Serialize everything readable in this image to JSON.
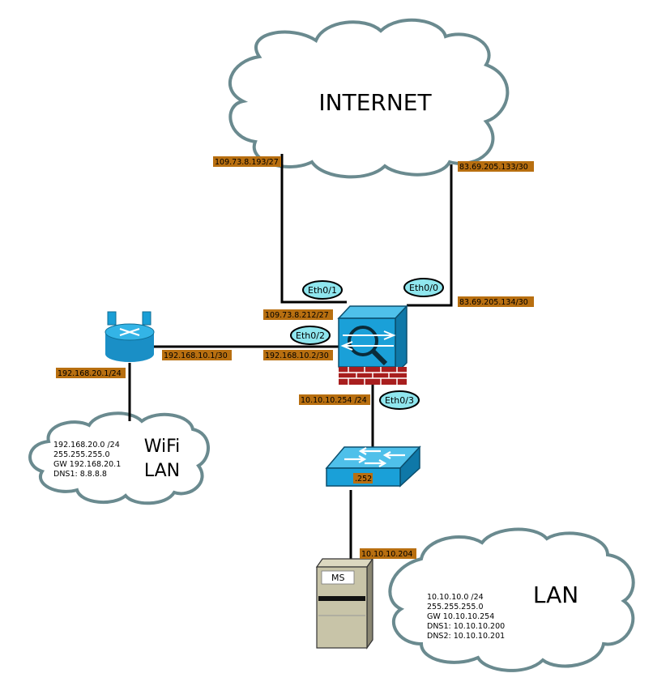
{
  "internet": {
    "title": "INTERNET"
  },
  "wifi": {
    "title_line1": "WiFi",
    "title_line2": "LAN",
    "info": [
      "192.168.20.0 /24",
      "255.255.255.0",
      "GW 192.168.20.1",
      "DNS1: 8.8.8.8"
    ]
  },
  "lan": {
    "title": "LAN",
    "info": [
      "10.10.10.0 /24",
      "255.255.255.0",
      "GW 10.10.10.254",
      "DNS1: 10.10.10.200",
      "DNS2: 10.10.10.201"
    ]
  },
  "interfaces": {
    "eth01": "Eth0/1",
    "eth00": "Eth0/0",
    "eth02": "Eth0/2",
    "eth03": "Eth0/3"
  },
  "ips": {
    "isp1_gw": "109.73.8.193/27",
    "isp2_gw": "83.69.205.133/30",
    "fw_eth01": "109.73.8.212/27",
    "fw_eth00": "83.69.205.134/30",
    "router_wan": "192.168.10.1/30",
    "fw_eth02": "192.168.10.2/30",
    "router_lan": "192.168.20.1/24",
    "fw_eth03": "10.10.10.254 /24",
    "switch": ".252",
    "server": "10.10.10.204"
  },
  "server": {
    "label": "MS"
  },
  "colors": {
    "ip_label_bg": "#b86f10",
    "eth_bubble": "#8fe6ee",
    "cloud_stroke": "#6a8a8f",
    "device_blue": "#1a9fd6",
    "firewall_red": "#a81e1e",
    "server_body": "#c8c4a8"
  }
}
